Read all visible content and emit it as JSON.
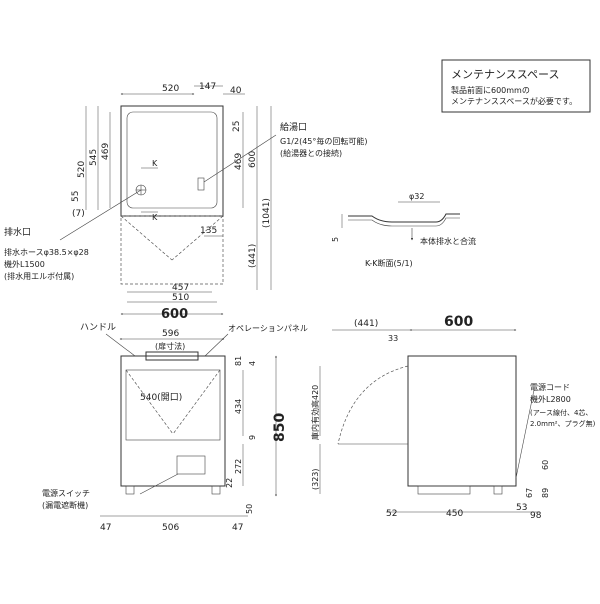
{
  "notes": {
    "maintenance_title": "メンテナンススペース",
    "maintenance_line1": "製品前面に600mmの",
    "maintenance_line2": "メンテナンススペースが必要です。"
  },
  "top_view": {
    "dims": {
      "w520": "520",
      "d147": "147",
      "d40": "40",
      "d25": "25",
      "h520": "520",
      "h545": "545",
      "h469_left": "469",
      "h469_right": "469",
      "h600_right": "600",
      "h1041": "(1041)",
      "d55": "55",
      "d7": "(7)",
      "d135": "135",
      "d441": "(441)",
      "d457": "457",
      "d510": "510",
      "w600_main": "600"
    },
    "k_marker": "K",
    "supply_title": "給湯口",
    "supply_line1": "G1/2(45°毎の回転可能)",
    "supply_line2": "(給湯器との接続)",
    "drain_title": "排水口",
    "drain_line1": "排水ホースφ38.5×φ28",
    "drain_line2": "機外L1500",
    "drain_line3": "(排水用エルボ付属)"
  },
  "section_kk": {
    "phi": "φ32",
    "d5": "5",
    "flow_note": "本体排水と合流",
    "caption": "K-K断面(5/1)"
  },
  "front_view": {
    "handle": "ハンドル",
    "w596": "596",
    "door_note": "(扉寸法)",
    "panel": "オペレーションパネル",
    "opening": "540(開口)",
    "switch_title": "電源スイッチ",
    "switch_sub": "(漏電遮断機)",
    "dims": {
      "d81": "81",
      "d4": "4",
      "d434": "434",
      "d9": "9",
      "d272": "272",
      "d22": "22",
      "d50": "50",
      "h850": "850",
      "w47_left": "47",
      "w506": "506",
      "w47_right": "47"
    }
  },
  "side_view": {
    "dims": {
      "d441": "(441)",
      "w600": "600",
      "d33": "33",
      "inner420": "庫内有効高420",
      "d323": "(323)",
      "d60": "60",
      "d67": "67",
      "d89": "89",
      "w52": "52",
      "w450": "450",
      "w53": "53",
      "w98": "98"
    },
    "cord_title": "電源コード",
    "cord_line1": "機外L2800",
    "cord_line2": "(アース線付、4芯、",
    "cord_line3": "2.0mm²、プラグ無)"
  }
}
